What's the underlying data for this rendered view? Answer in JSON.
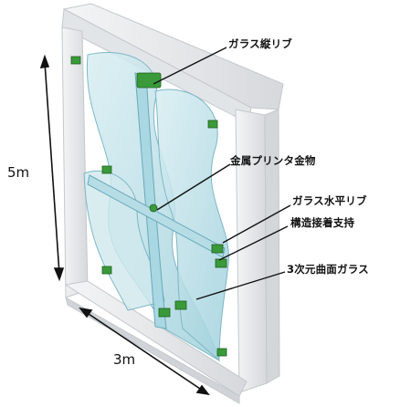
{
  "labels": {
    "glass_fin": "ガラス縦リブ",
    "metal_printed_joint": "金属プリンタ金物",
    "glass_horizontal_rib": "ガラス水平リブ",
    "structural_adhesive": "構造接着支持",
    "curved_glass": "3次元曲面ガラス"
  },
  "dimensions": {
    "height": "5m",
    "width": "3m"
  },
  "colors": {
    "frame": "#eceef0",
    "glass": "#bfe2ea",
    "bracket": "#3a9a3a"
  }
}
